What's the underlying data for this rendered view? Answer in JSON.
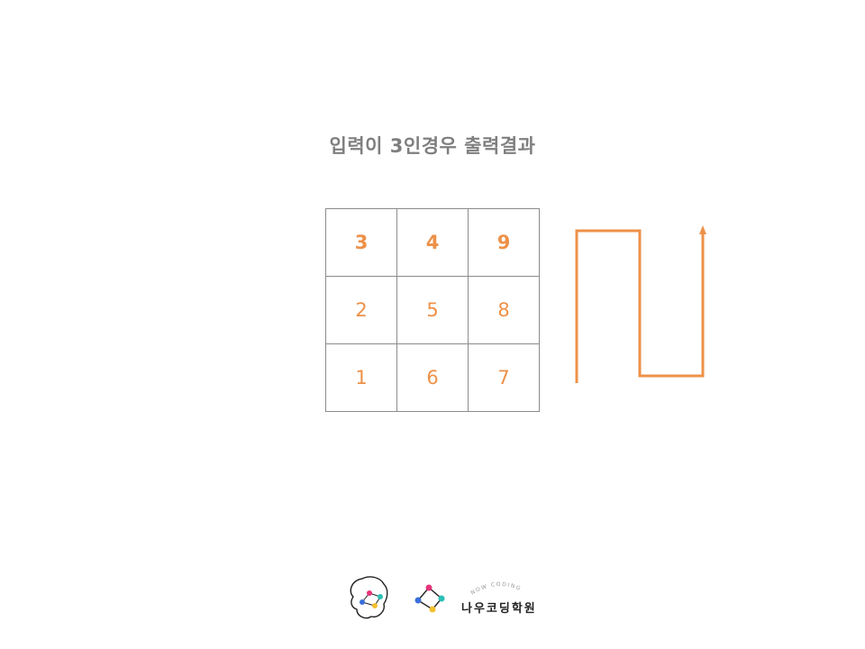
{
  "slide": {
    "title": "입력이 3인경우 출력결과",
    "accent_color": "#ed9148",
    "grid": [
      [
        "3",
        "4",
        "9"
      ],
      [
        "2",
        "5",
        "8"
      ],
      [
        "1",
        "6",
        "7"
      ]
    ]
  },
  "footer": {
    "logo_arc_text": "NOW CODING",
    "logo_text": "나우코딩학원"
  }
}
